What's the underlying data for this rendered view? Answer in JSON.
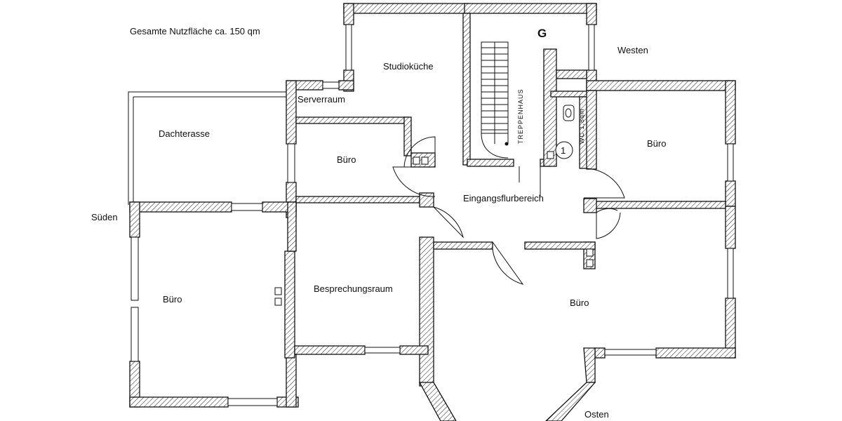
{
  "header": {
    "total_area": "Gesamte Nutzfläche ca. 150 qm"
  },
  "compass": {
    "north_west": "Westen",
    "south": "Süden",
    "east": "Osten"
  },
  "stair_marker": "G",
  "rooms": {
    "studio_kitchen": "Studioküche",
    "server_room": "Serverraum",
    "roof_terrace": "Dachterasse",
    "office_small": "Büro",
    "office_right_top": "Büro",
    "office_left_big": "Büro",
    "office_right_big": "Büro",
    "meeting_room": "Besprechungsraum",
    "entrance_hall": "Eingangsflurbereich",
    "stairwell": "TREPPENHAUS",
    "wc": "WC 1,8qm"
  },
  "marker_number": "1"
}
